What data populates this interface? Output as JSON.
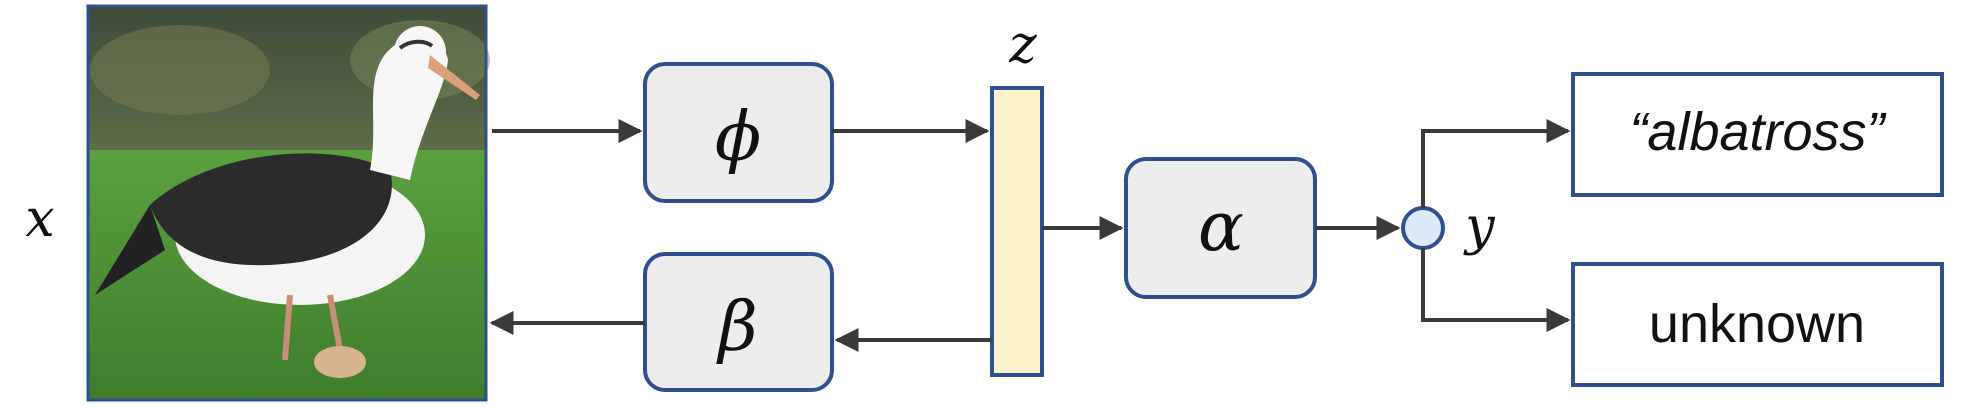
{
  "variables": {
    "x": "x",
    "z": "z",
    "y": "y"
  },
  "modules": {
    "phi": "ϕ",
    "alpha": "α",
    "beta": "β"
  },
  "outputs": {
    "label": "“albatross”",
    "unknown": "unknown"
  },
  "image": {
    "subject": "albatross photo"
  },
  "colors": {
    "box_border": "#2f4f8f",
    "box_fill": "#ededed",
    "latent_fill": "#fff3cc",
    "node_fill": "#dce9f7",
    "arrow": "#3a3a3a"
  }
}
